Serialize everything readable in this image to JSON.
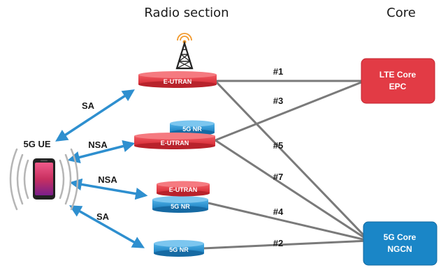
{
  "headers": {
    "radio": "Radio section",
    "core": "Core"
  },
  "ue": {
    "label": "5G UE"
  },
  "connection_labels": {
    "sa_top": "SA",
    "nsa_1": "NSA",
    "nsa_2": "NSA",
    "sa_bottom": "SA"
  },
  "stations": {
    "s1": {
      "top": "E-UTRAN"
    },
    "s2": {
      "top": "5G NR",
      "bottom": "E-UTRAN"
    },
    "s3": {
      "top": "E-UTRAN",
      "bottom": "5G NR"
    },
    "s4": {
      "top": "5G NR"
    }
  },
  "cores": {
    "lte": {
      "line1": "LTE Core",
      "line2": "EPC"
    },
    "nr": {
      "line1": "5G Core",
      "line2": "NGCN"
    }
  },
  "links": [
    "#1",
    "#3",
    "#5",
    "#7",
    "#4",
    "#2"
  ],
  "colors": {
    "eutran": "#e0323c",
    "nr": "#1f8ccf",
    "arrow": "#2e8fcf",
    "link": "#7a7a7a",
    "lte_core": "#e23b45",
    "nr_core": "#1a86c7"
  }
}
